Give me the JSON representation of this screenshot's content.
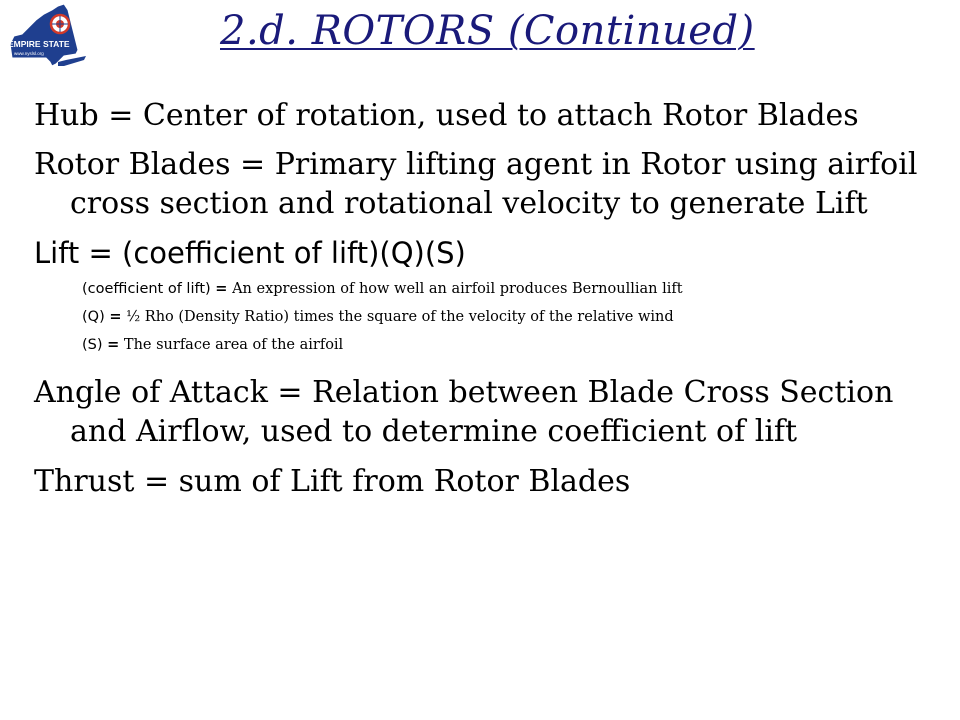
{
  "slide": {
    "title": "2.d. ROTORS (Continued)",
    "logo": {
      "text": "EMPIRE STATE",
      "subtext": "www.nyslsl.org"
    },
    "paragraphs": [
      {
        "text": "Hub = Center of rotation, used to attach Rotor Blades"
      },
      {
        "text": "Rotor Blades = Primary lifting agent in Rotor using airfoil cross section and rotational velocity to generate Lift"
      },
      {
        "text": "Lift = (coefficient of lift)(Q)(S)"
      },
      {
        "text": "Angle of Attack = Relation between Blade Cross Section and Airflow, used to determine coefficient of lift"
      },
      {
        "text": "Thrust = sum of Lift from Rotor Blades"
      }
    ],
    "lift_terms": [
      {
        "term": "(coefficient of lift)",
        "eq": "=",
        "definition": "An expression of how well an airfoil produces Bernoullian lift"
      },
      {
        "term": "(Q)",
        "eq": "=",
        "definition": "½ Rho (Density Ratio) times the square of the velocity of the relative wind"
      },
      {
        "term": "(S)",
        "eq": "=",
        "definition": "The surface area of the airfoil"
      }
    ],
    "colors": {
      "title": "#1a1a7a",
      "body_text": "#000000",
      "background": "#ffffff",
      "logo_fill": "#1f3f8f",
      "logo_accent": "#d23a2a"
    }
  }
}
